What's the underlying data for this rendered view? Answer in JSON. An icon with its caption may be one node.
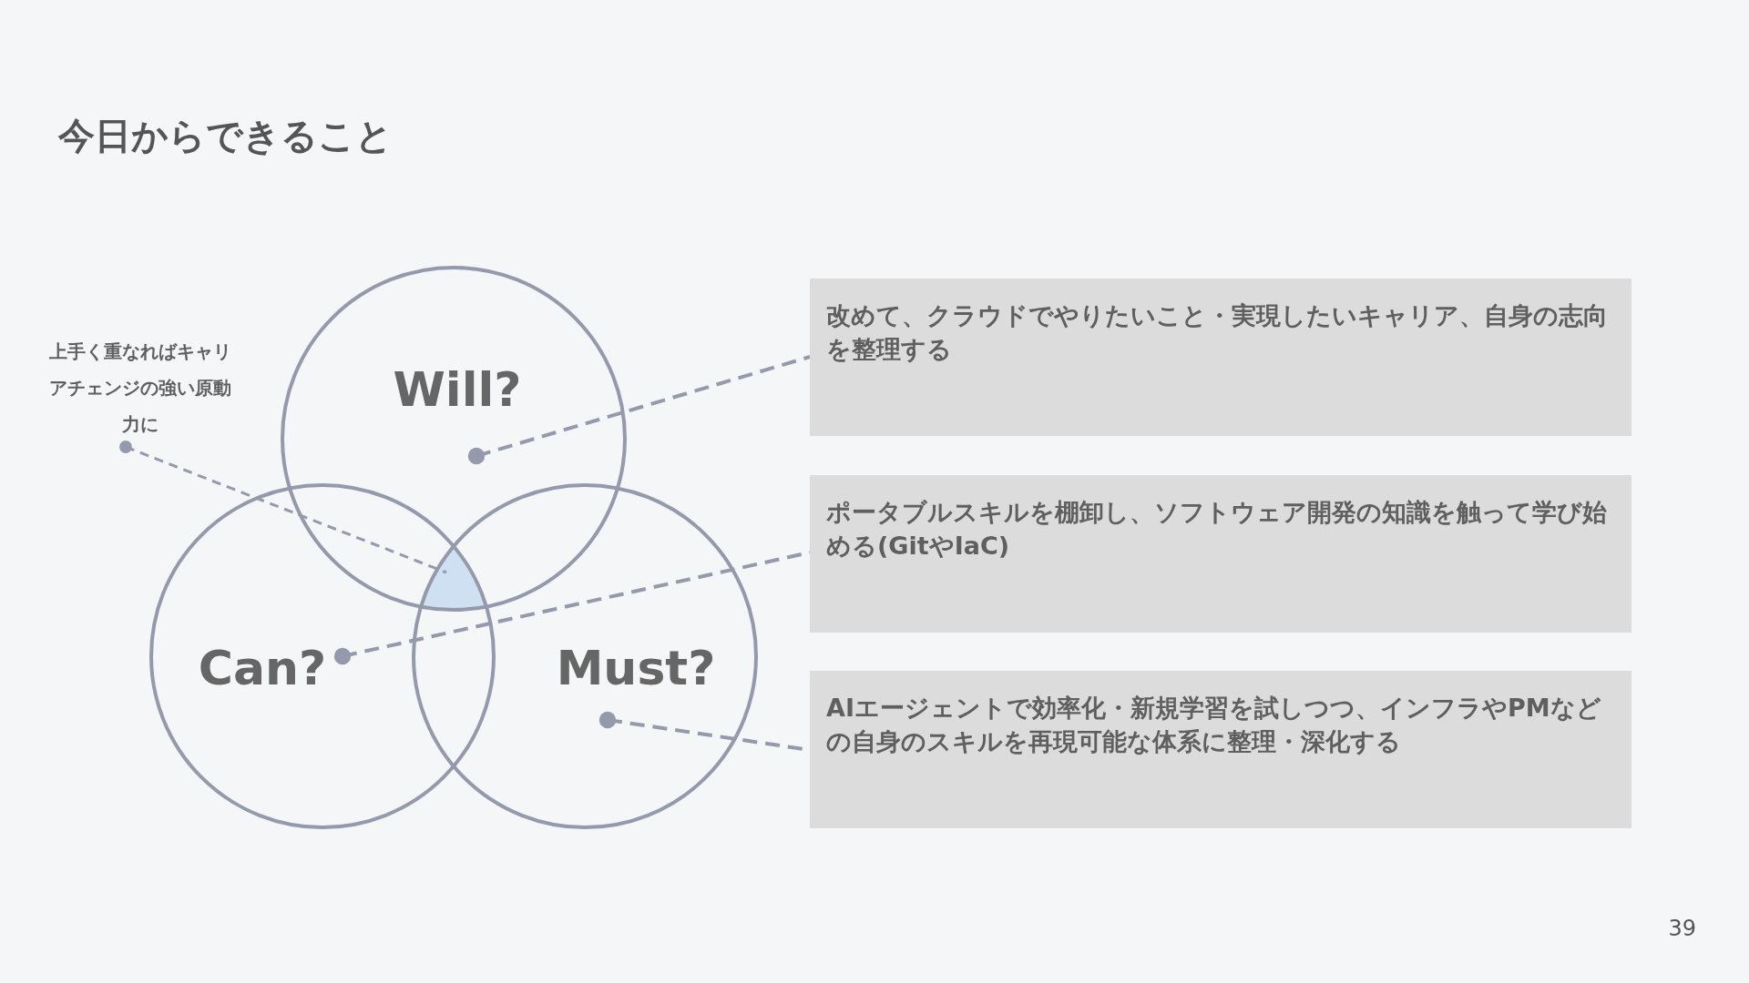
{
  "diagram": {
    "title": "今日からできること",
    "nodes": [
      {
        "text": [
          "Will?"
        ]
      },
      {
        "text": [
          "Can?"
        ]
      },
      {
        "text": [
          "Must?"
        ]
      },
      {
        "text": [
          "改めて、クラウドでやりたいこと・実現したいキャリア、自身の志向を整理する"
        ]
      },
      {
        "text": [
          "ポータブルスキルを棚卸し、ソフトウェア開発の知識を触って学び始める(GitやIaC)"
        ]
      },
      {
        "text": [
          "AIエージェントで効率化・新規学習を試しつつ、インフラやPMなどの自身のスキルを再現可能な体系に整理・深化する"
        ]
      },
      {
        "text": [
          "上手く重なればキャリアチェンジの強い原動力に"
        ]
      },
      {
        "text": [],
        "shape": "triangle"
      }
    ],
    "edges": [
      {
        "from": 0,
        "to": 3,
        "arrow": "other",
        "style": "dashed"
      },
      {
        "from": 1,
        "to": 4,
        "arrow": "other",
        "style": "dashed"
      },
      {
        "from": 2,
        "to": 5,
        "arrow": "other",
        "style": "dashed"
      },
      {
        "from": 6,
        "to": 7,
        "arrow": "other",
        "style": "dashed"
      }
    ],
    "labels": [
      "39"
    ]
  }
}
